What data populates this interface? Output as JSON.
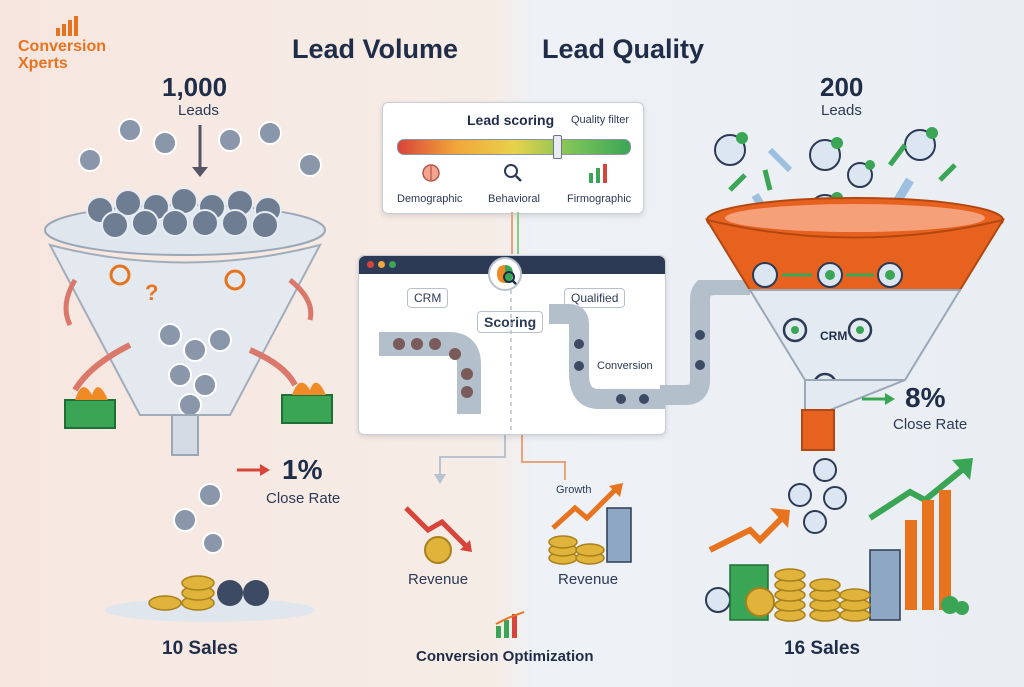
{
  "brand": {
    "name_line1": "Conversion",
    "name_line2": "Xperts"
  },
  "headers": {
    "left": "Lead Volume",
    "right": "Lead Quality"
  },
  "left_funnel": {
    "count": "1,000",
    "count_label": "Leads",
    "close_rate": "1%",
    "close_label": "Close Rate",
    "sales": "10 Sales"
  },
  "right_funnel": {
    "count": "200",
    "count_label": "Leads",
    "close_rate": "8%",
    "close_label": "Close Rate",
    "sales": "16 Sales",
    "crm_label": "CRM"
  },
  "scoring_panel": {
    "title": "Lead scoring",
    "filter_label": "Quality filter",
    "factors": [
      "Demographic",
      "Behavioral",
      "Firmographic"
    ]
  },
  "pipeline_panel": {
    "crm_label": "CRM",
    "scoring_label": "Scoring",
    "qualified_label": "Qualified",
    "conversion_label": "Conversion"
  },
  "revenue": {
    "left_label": "Revenue",
    "right_label": "Revenue",
    "growth_label": "Growth"
  },
  "footer": {
    "label": "Conversion Optimization"
  },
  "colors": {
    "navy": "#1f2d48",
    "orange": "#e8731f",
    "green": "#3aa655",
    "red": "#d9443a"
  }
}
